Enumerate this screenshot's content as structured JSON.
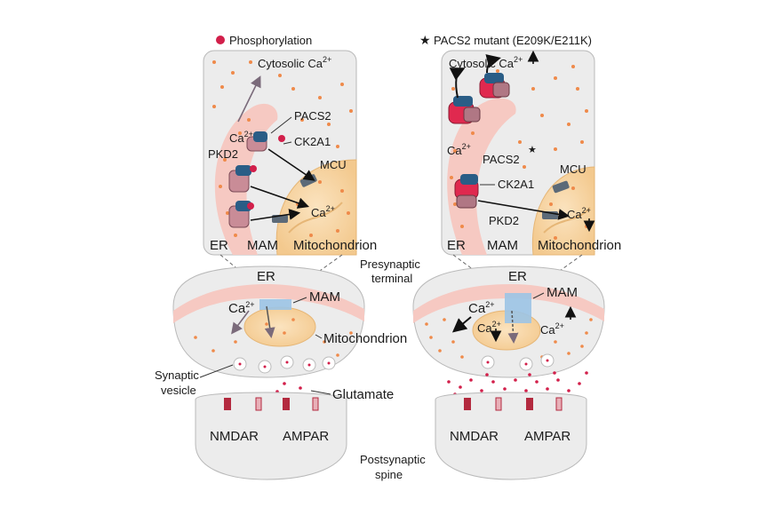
{
  "left_panel": {
    "legend": "Phosphorylation",
    "cytosolic_label": "Cytosolic Ca",
    "cytosolic_sup": "2+",
    "ca_er_label": "Ca",
    "ca_er_sup": "2+",
    "pacs2": "PACS2",
    "ck2a1": "CK2A1",
    "pkd2": "PKD2",
    "mcu": "MCU",
    "ca_mito_label": "Ca",
    "ca_mito_sup": "2+",
    "er": "ER",
    "mam": "MAM",
    "mitochondrion": "Mitochondrion"
  },
  "right_panel": {
    "legend": "PACS2 mutant (E209K/E211K)",
    "cytosolic_label": "Cytosolic Ca",
    "cytosolic_sup": "2+",
    "ca_er_label": "Ca",
    "ca_er_sup": "2+",
    "pacs2": "PACS2",
    "ck2a1": "CK2A1",
    "pkd2": "PKD2",
    "mcu": "MCU",
    "ca_mito_label": "Ca",
    "ca_mito_sup": "2+",
    "er": "ER",
    "mam": "MAM",
    "mitochondrion": "Mitochondrion"
  },
  "left_synapse": {
    "er": "ER",
    "mam": "MAM",
    "ca_label": "Ca",
    "ca_sup": "2+",
    "mitochondrion": "Mitochondrion",
    "synaptic_vesicle_1": "Synaptic",
    "synaptic_vesicle_2": "vesicle",
    "glutamate": "Glutamate",
    "nmdar": "NMDAR",
    "ampar": "AMPAR"
  },
  "right_synapse": {
    "er": "ER",
    "mam": "MAM",
    "ca_label_1": "Ca",
    "ca_sup_1": "2+",
    "ca_label_2": "Ca",
    "ca_sup_2": "2+",
    "ca_label_3": "Ca",
    "ca_sup_3": "2+",
    "nmdar": "NMDAR",
    "ampar": "AMPAR"
  },
  "center": {
    "presynaptic_1": "Presynaptic",
    "presynaptic_2": "terminal",
    "postsynaptic_1": "Postsynaptic",
    "postsynaptic_2": "spine"
  },
  "colors": {
    "er_pink": "#f6c9c2",
    "mito_orange": "#f7d3a0",
    "dot_orange": "#ef8a4a",
    "dot_red": "#d21f4a",
    "panel_gray": "#ededed",
    "mam_blue": "#9cc4e6",
    "pacs2_mutant": "#e0294f"
  }
}
